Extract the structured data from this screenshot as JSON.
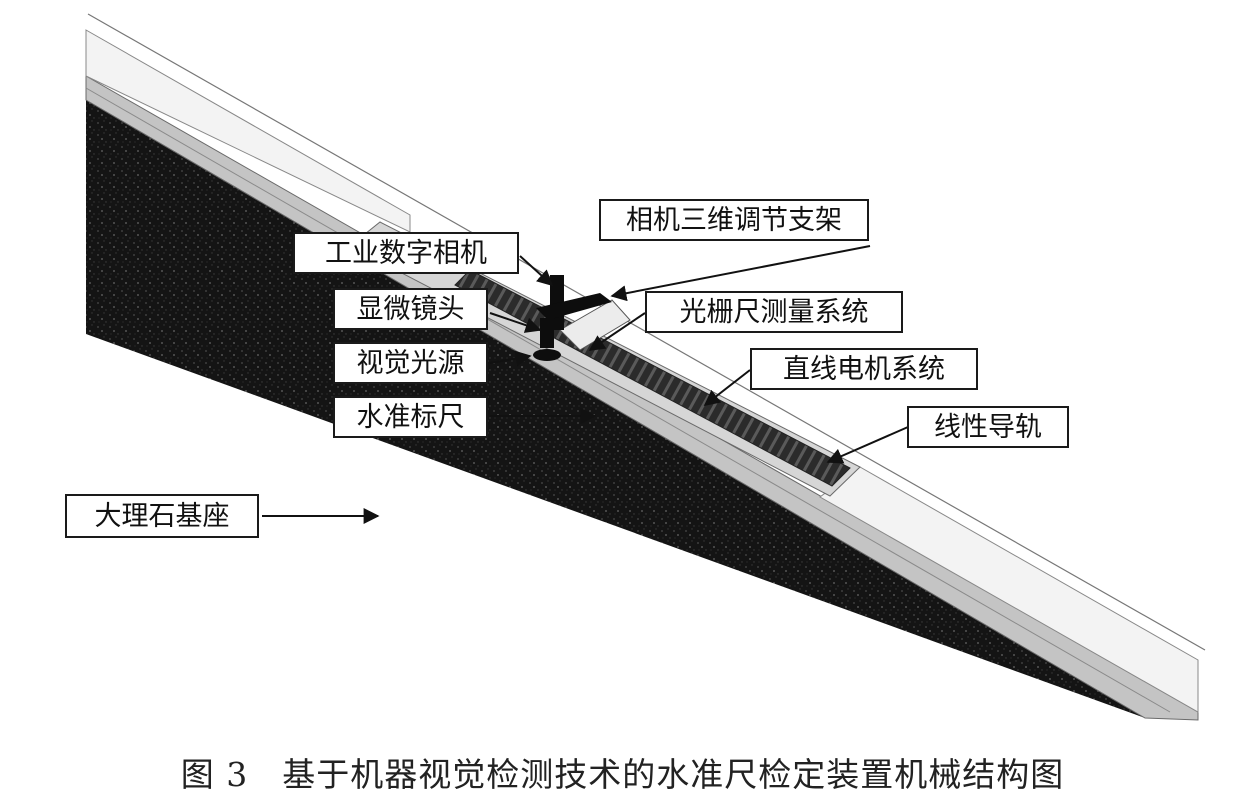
{
  "figure": {
    "caption": "图 3　基于机器视觉检测技术的水准尺检定装置机械结构图",
    "labels": {
      "camera_bracket": "相机三维调节支架",
      "industrial_camera": "工业数字相机",
      "microscope_lens": "显微镜头",
      "grating_ruler_system": "光栅尺测量系统",
      "light_source": "视觉光源",
      "linear_motor_system": "直线电机系统",
      "leveling_staff": "水准标尺",
      "linear_guide": "线性导轨",
      "marble_base": "大理石基座"
    }
  },
  "colors": {
    "marble": "#141414",
    "frame": "#bfbfbf",
    "frame_edge": "#6a6a6a",
    "staff": "#f2f2f2",
    "track": "#2b2b2b",
    "camera": "#0d0d0d",
    "label_border": "#1a1a1a"
  }
}
